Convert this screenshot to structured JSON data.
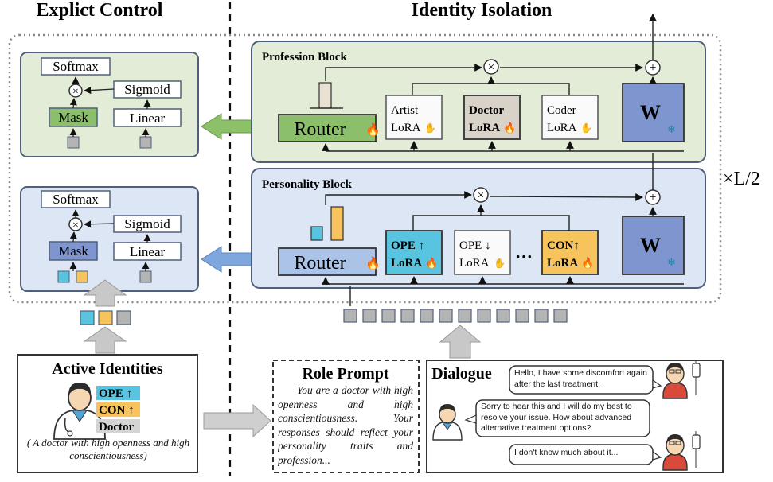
{
  "sections": {
    "left_title": "Explict Control",
    "right_title": "Identity Isolation"
  },
  "profession_block": {
    "title": "Profession Block",
    "router": "Router",
    "loras": [
      {
        "name": "Artist",
        "suffix": "LoRA"
      },
      {
        "name": "Doctor",
        "suffix": "LoRA"
      },
      {
        "name": "Coder",
        "suffix": "LoRA"
      }
    ],
    "weight": "W"
  },
  "personality_block": {
    "title": "Personality Block",
    "router": "Router",
    "loras": [
      {
        "name": "OPE ↑",
        "suffix": "LoRA"
      },
      {
        "name": "OPE ↓",
        "suffix": "LoRA"
      },
      {
        "name": "CON↑",
        "suffix": "LoRA"
      }
    ],
    "ellipsis": "···",
    "weight": "W"
  },
  "repeat_label": "×L/2",
  "control_modules": {
    "softmax": "Softmax",
    "sigmoid": "Sigmoid",
    "mask": "Mask",
    "linear": "Linear"
  },
  "active_identities": {
    "title": "Active Identities",
    "tags": [
      "OPE ↑",
      "CON ↑",
      "Doctor"
    ],
    "caption": "( A doctor with high openness and high conscientiousness)"
  },
  "role_prompt": {
    "title": "Role Prompt",
    "text": "You are a doctor with high openness and high conscientiousness. Your responses should reflect your personality traits and profession..."
  },
  "dialogue": {
    "title": "Dialogue",
    "messages": [
      "Hello, I have some discomfort again after the last treatment.",
      "Sorry to hear this and I will do my best to resolve your issue. How about advanced alternative treatment options?",
      "I don't know much about it..."
    ]
  },
  "colors": {
    "profession_bg": "#e3ecd6",
    "personality_bg": "#dce6f4",
    "router_green": "#8cbf6b",
    "router_blue": "#aac3e6",
    "weight_blue": "#7f95d0",
    "doctor_gray": "#d8d2c8",
    "ope_cyan": "#59c4e0",
    "con_yellow": "#f6c35c",
    "arrow_green": "#8cc16a",
    "arrow_blue": "#7ea7dd"
  }
}
